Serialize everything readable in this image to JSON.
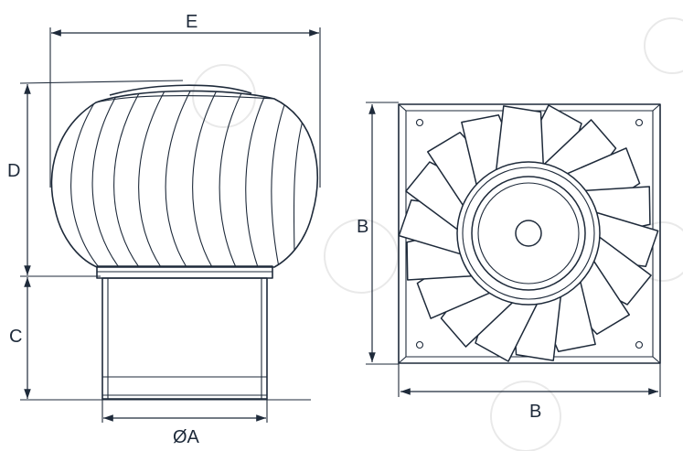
{
  "labels": {
    "e": "E",
    "d": "D",
    "c": "C",
    "a": "ØA",
    "b_vertical": "B",
    "b_horizontal": "B"
  },
  "colors": {
    "stroke": "#1e2a3a",
    "background": "#ffffff",
    "watermark": "#e9e9e9"
  }
}
